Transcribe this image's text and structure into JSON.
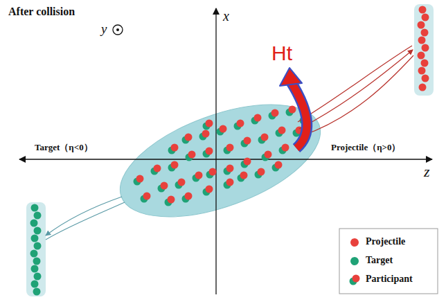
{
  "diagram": {
    "title": "After collision",
    "labels": [
      "y",
      "x",
      "z",
      "Target（η<0）",
      "Projectile（η>0）",
      "Ht"
    ],
    "legend": [
      {
        "text": "Projectile",
        "color": "#e8413c"
      },
      {
        "text": "Target",
        "color": "#1fa276"
      },
      {
        "text": "Participant"
      }
    ]
  }
}
